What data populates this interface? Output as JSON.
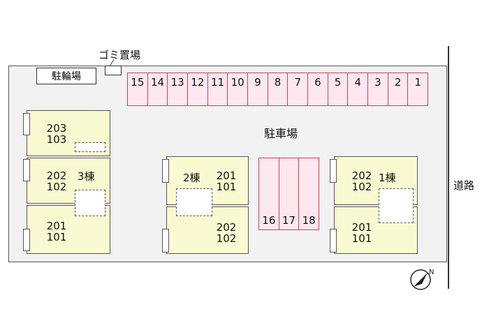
{
  "labels": {
    "bike_parking": "駐輪場",
    "trash": "ゴミ置場",
    "parking_lot": "駐車場",
    "road": "道路",
    "north": "N"
  },
  "parking_top": [
    "15",
    "14",
    "13",
    "12",
    "11",
    "10",
    "9",
    "8",
    "7",
    "6",
    "5",
    "4",
    "3",
    "2",
    "1"
  ],
  "parking_mid": [
    "16",
    "17",
    "18"
  ],
  "buildings": {
    "b3": {
      "name": "3棟",
      "units": [
        "203",
        "103",
        "202",
        "102",
        "201",
        "101"
      ]
    },
    "b2": {
      "name": "2棟",
      "units": [
        "201",
        "101",
        "202",
        "102"
      ]
    },
    "b1": {
      "name": "1棟",
      "units": [
        "202",
        "102",
        "201",
        "101"
      ]
    }
  },
  "colors": {
    "unit_fill": "#fafad2",
    "parking_fill": "#fce8ee",
    "parking_border": "#d33c5c"
  }
}
